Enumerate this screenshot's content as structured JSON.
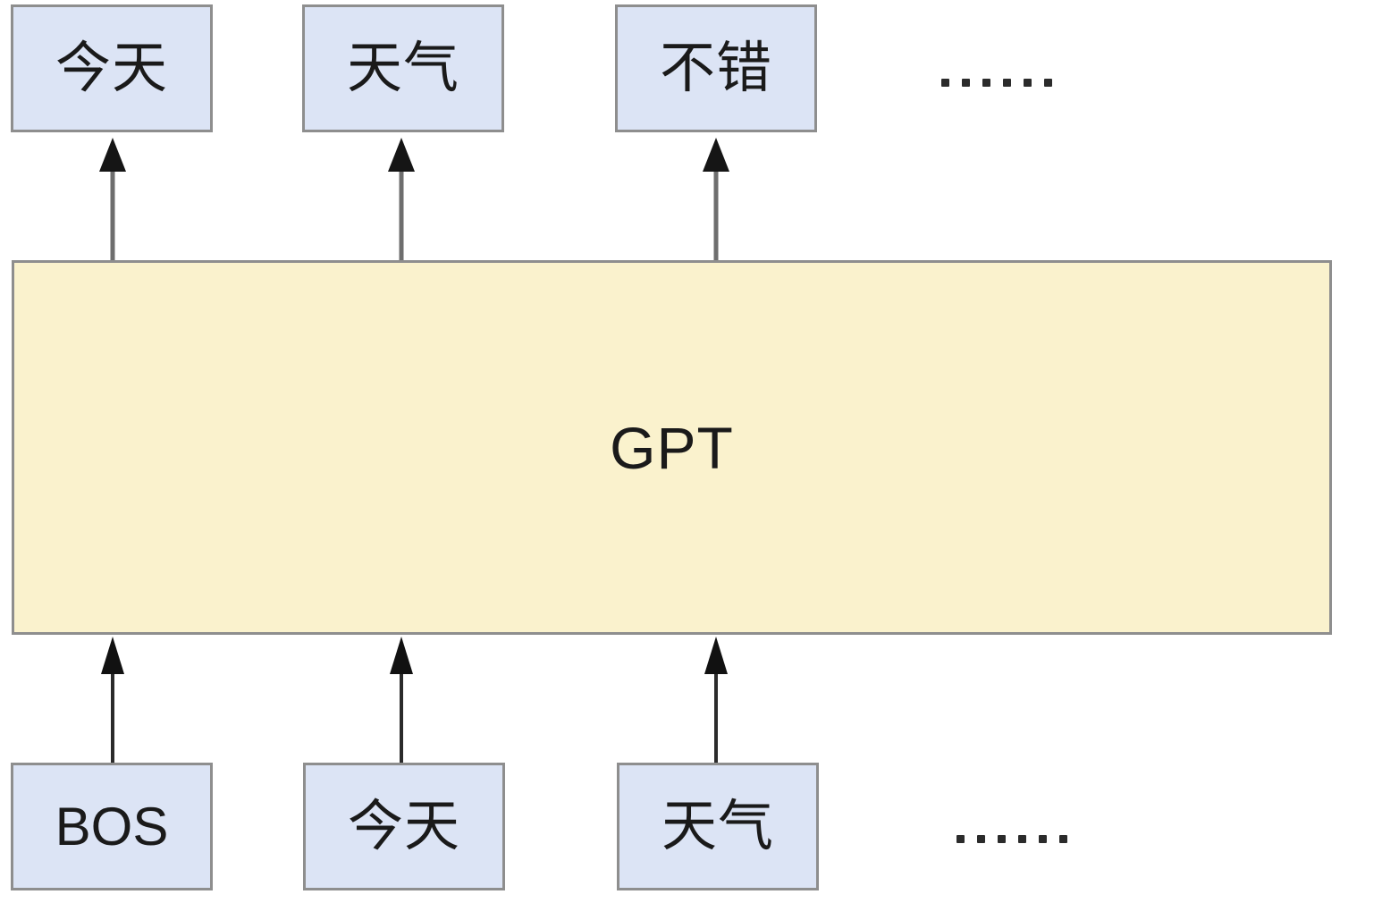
{
  "diagram": {
    "title": "GPT autoregressive generation diagram",
    "colors": {
      "token_fill": "#dce4f5",
      "token_border": "#8e8e8e",
      "model_fill": "#faf2cd",
      "model_border": "#8e8e8e",
      "arrow": "#2b2b2b",
      "background": "#ffffff",
      "text": "#1a1a1a"
    },
    "model": {
      "label": "GPT"
    },
    "output_row": {
      "tokens": [
        {
          "label": "今天"
        },
        {
          "label": "天气"
        },
        {
          "label": "不错"
        }
      ],
      "ellipsis": "……",
      "ellipsis_dot_count": 6
    },
    "input_row": {
      "tokens": [
        {
          "label": "BOS"
        },
        {
          "label": "今天"
        },
        {
          "label": "天气"
        }
      ],
      "ellipsis": "……",
      "ellipsis_dot_count": 6
    },
    "arrows": {
      "output_count": 3,
      "input_count": 3,
      "direction": "upward"
    }
  }
}
